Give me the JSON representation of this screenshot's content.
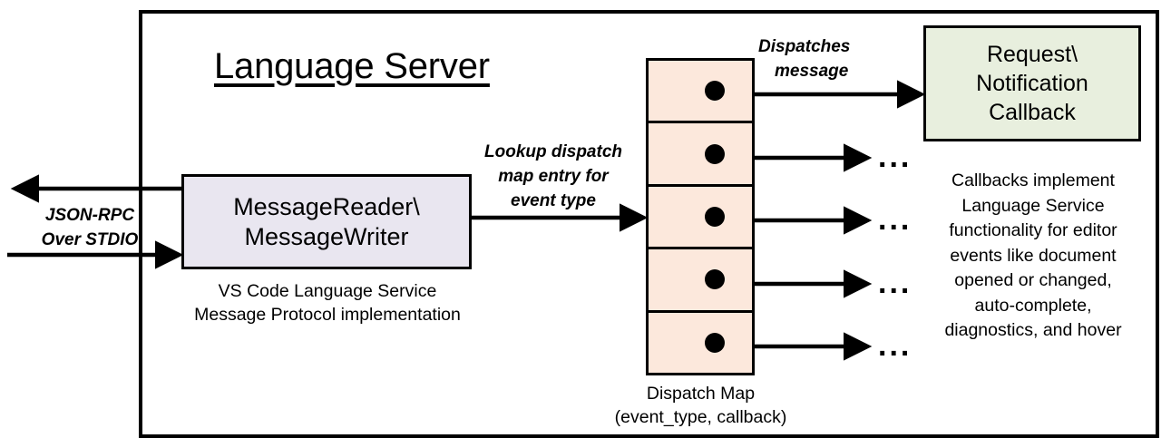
{
  "diagram": {
    "title": "Language Server",
    "outer_border_color": "#000000"
  },
  "left_io": {
    "label_line1": "JSON-RPC",
    "label_line2": "Over STDIO",
    "outgoing_arrow": "arrow-left-out",
    "incoming_arrow": "arrow-right-in"
  },
  "reader_box": {
    "line1": "MessageReader\\",
    "line2": "MessageWriter",
    "fill": "#E9E6F0",
    "caption_line1": "VS Code Language Service",
    "caption_line2": "Message Protocol implementation"
  },
  "lookup_label": {
    "line1": "Lookup dispatch",
    "line2": "map entry for",
    "line3": "event type"
  },
  "dispatch_map": {
    "fill": "#FCE8DC",
    "rows": [
      {
        "dot": "callback-dot"
      },
      {
        "dot": "callback-dot"
      },
      {
        "dot": "callback-dot"
      },
      {
        "dot": "callback-dot"
      },
      {
        "dot": "callback-dot"
      }
    ],
    "caption_line1": "Dispatch Map",
    "caption_line2": "(event_type, callback)"
  },
  "dispatch_message_label": {
    "line1": "Dispatches",
    "line2": "message"
  },
  "callback_box": {
    "line1": "Request\\",
    "line2": "Notification",
    "line3": "Callback",
    "fill": "#E8EFDE",
    "caption_lines": [
      "Callbacks implement",
      "Language Service",
      "functionality for editor",
      "events like document",
      "opened or changed,",
      "auto-complete,",
      "diagnostics, and hover"
    ]
  },
  "ellipses": [
    "...",
    "...",
    "...",
    "..."
  ]
}
